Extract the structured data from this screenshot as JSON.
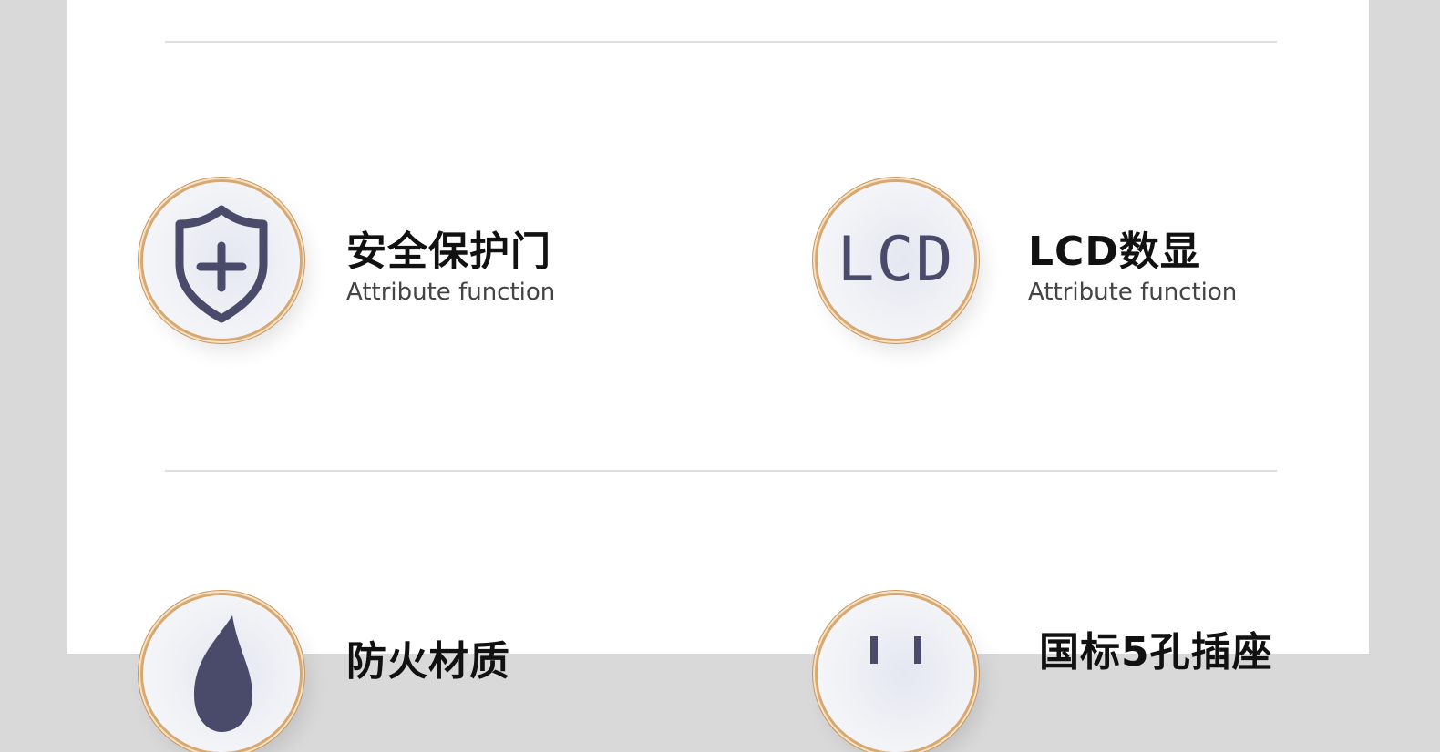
{
  "features": [
    {
      "title": "安全保护门",
      "subtitle": "Attribute function",
      "icon": "shield-plus-icon"
    },
    {
      "title": "LCD数显",
      "subtitle": "Attribute function",
      "icon": "lcd-icon"
    },
    {
      "title": "防火材质",
      "icon": "flame-icon"
    },
    {
      "title": "国标5孔插座",
      "icon": "socket-icon"
    }
  ],
  "colors": {
    "icon": "#4a4b6a",
    "gold": "#d9a870",
    "divider": "#dedede",
    "background": "#d9d9d9"
  }
}
